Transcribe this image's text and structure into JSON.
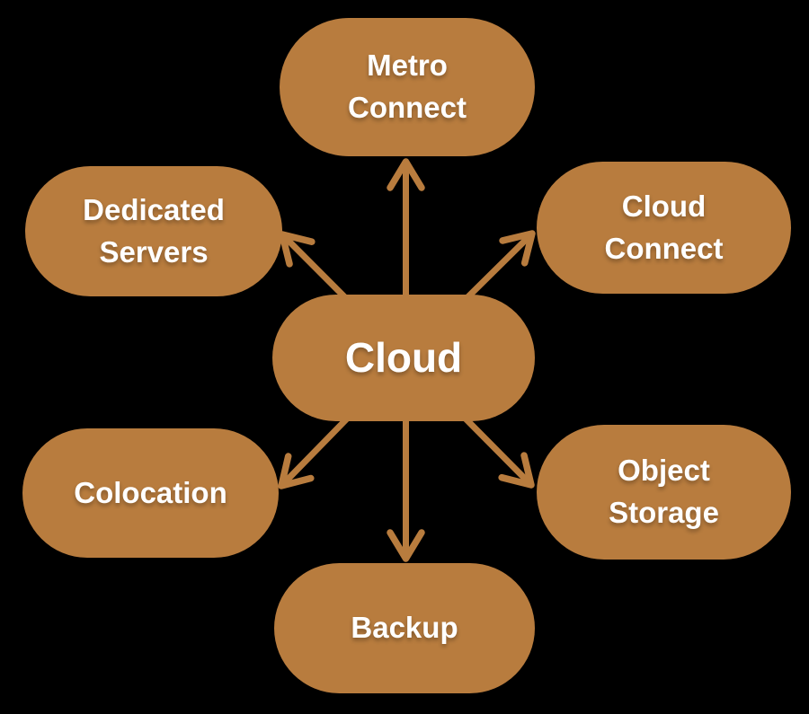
{
  "diagram": {
    "type": "radial-hub-spoke",
    "center_node": {
      "id": "cloud",
      "label": "Cloud"
    },
    "satellite_nodes": [
      {
        "id": "metro-connect",
        "label": "Metro\nConnect",
        "position": "top"
      },
      {
        "id": "cloud-connect",
        "label": "Cloud\nConnect",
        "position": "top-right"
      },
      {
        "id": "dedicated-servers",
        "label": "Dedicated\nServers",
        "position": "top-left"
      },
      {
        "id": "colocation",
        "label": "Colocation",
        "position": "bottom-left"
      },
      {
        "id": "object-storage",
        "label": "Object\nStorage",
        "position": "bottom-right"
      },
      {
        "id": "backup",
        "label": "Backup",
        "position": "bottom"
      }
    ],
    "edges": [
      {
        "from": "cloud",
        "to": "metro-connect",
        "style": "arrow"
      },
      {
        "from": "cloud",
        "to": "cloud-connect",
        "style": "arrow"
      },
      {
        "from": "cloud",
        "to": "dedicated-servers",
        "style": "arrow"
      },
      {
        "from": "cloud",
        "to": "colocation",
        "style": "arrow"
      },
      {
        "from": "cloud",
        "to": "object-storage",
        "style": "arrow"
      },
      {
        "from": "cloud",
        "to": "backup",
        "style": "arrow"
      }
    ],
    "colors": {
      "background": "#000000",
      "node_fill": "#b87c3e",
      "node_text": "#ffffff",
      "arrow": "#b87c3e"
    }
  }
}
